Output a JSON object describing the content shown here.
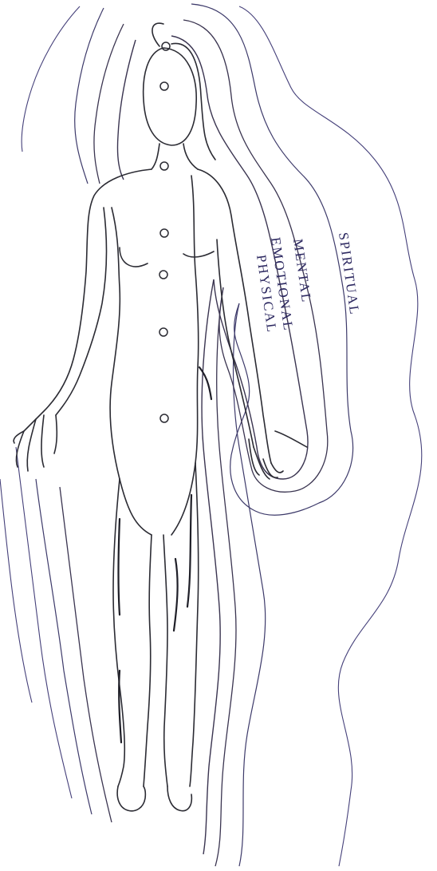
{
  "layers": [
    {
      "id": "physical",
      "label": "PHYSICAL"
    },
    {
      "id": "emotional",
      "label": "EMOTIONAL"
    },
    {
      "id": "mental",
      "label": "MENTAL"
    },
    {
      "id": "spiritual",
      "label": "SPIRITUAL"
    }
  ],
  "chakra_count": 7,
  "colors": {
    "ink": "#2b2b33",
    "label": "#2c2860"
  }
}
